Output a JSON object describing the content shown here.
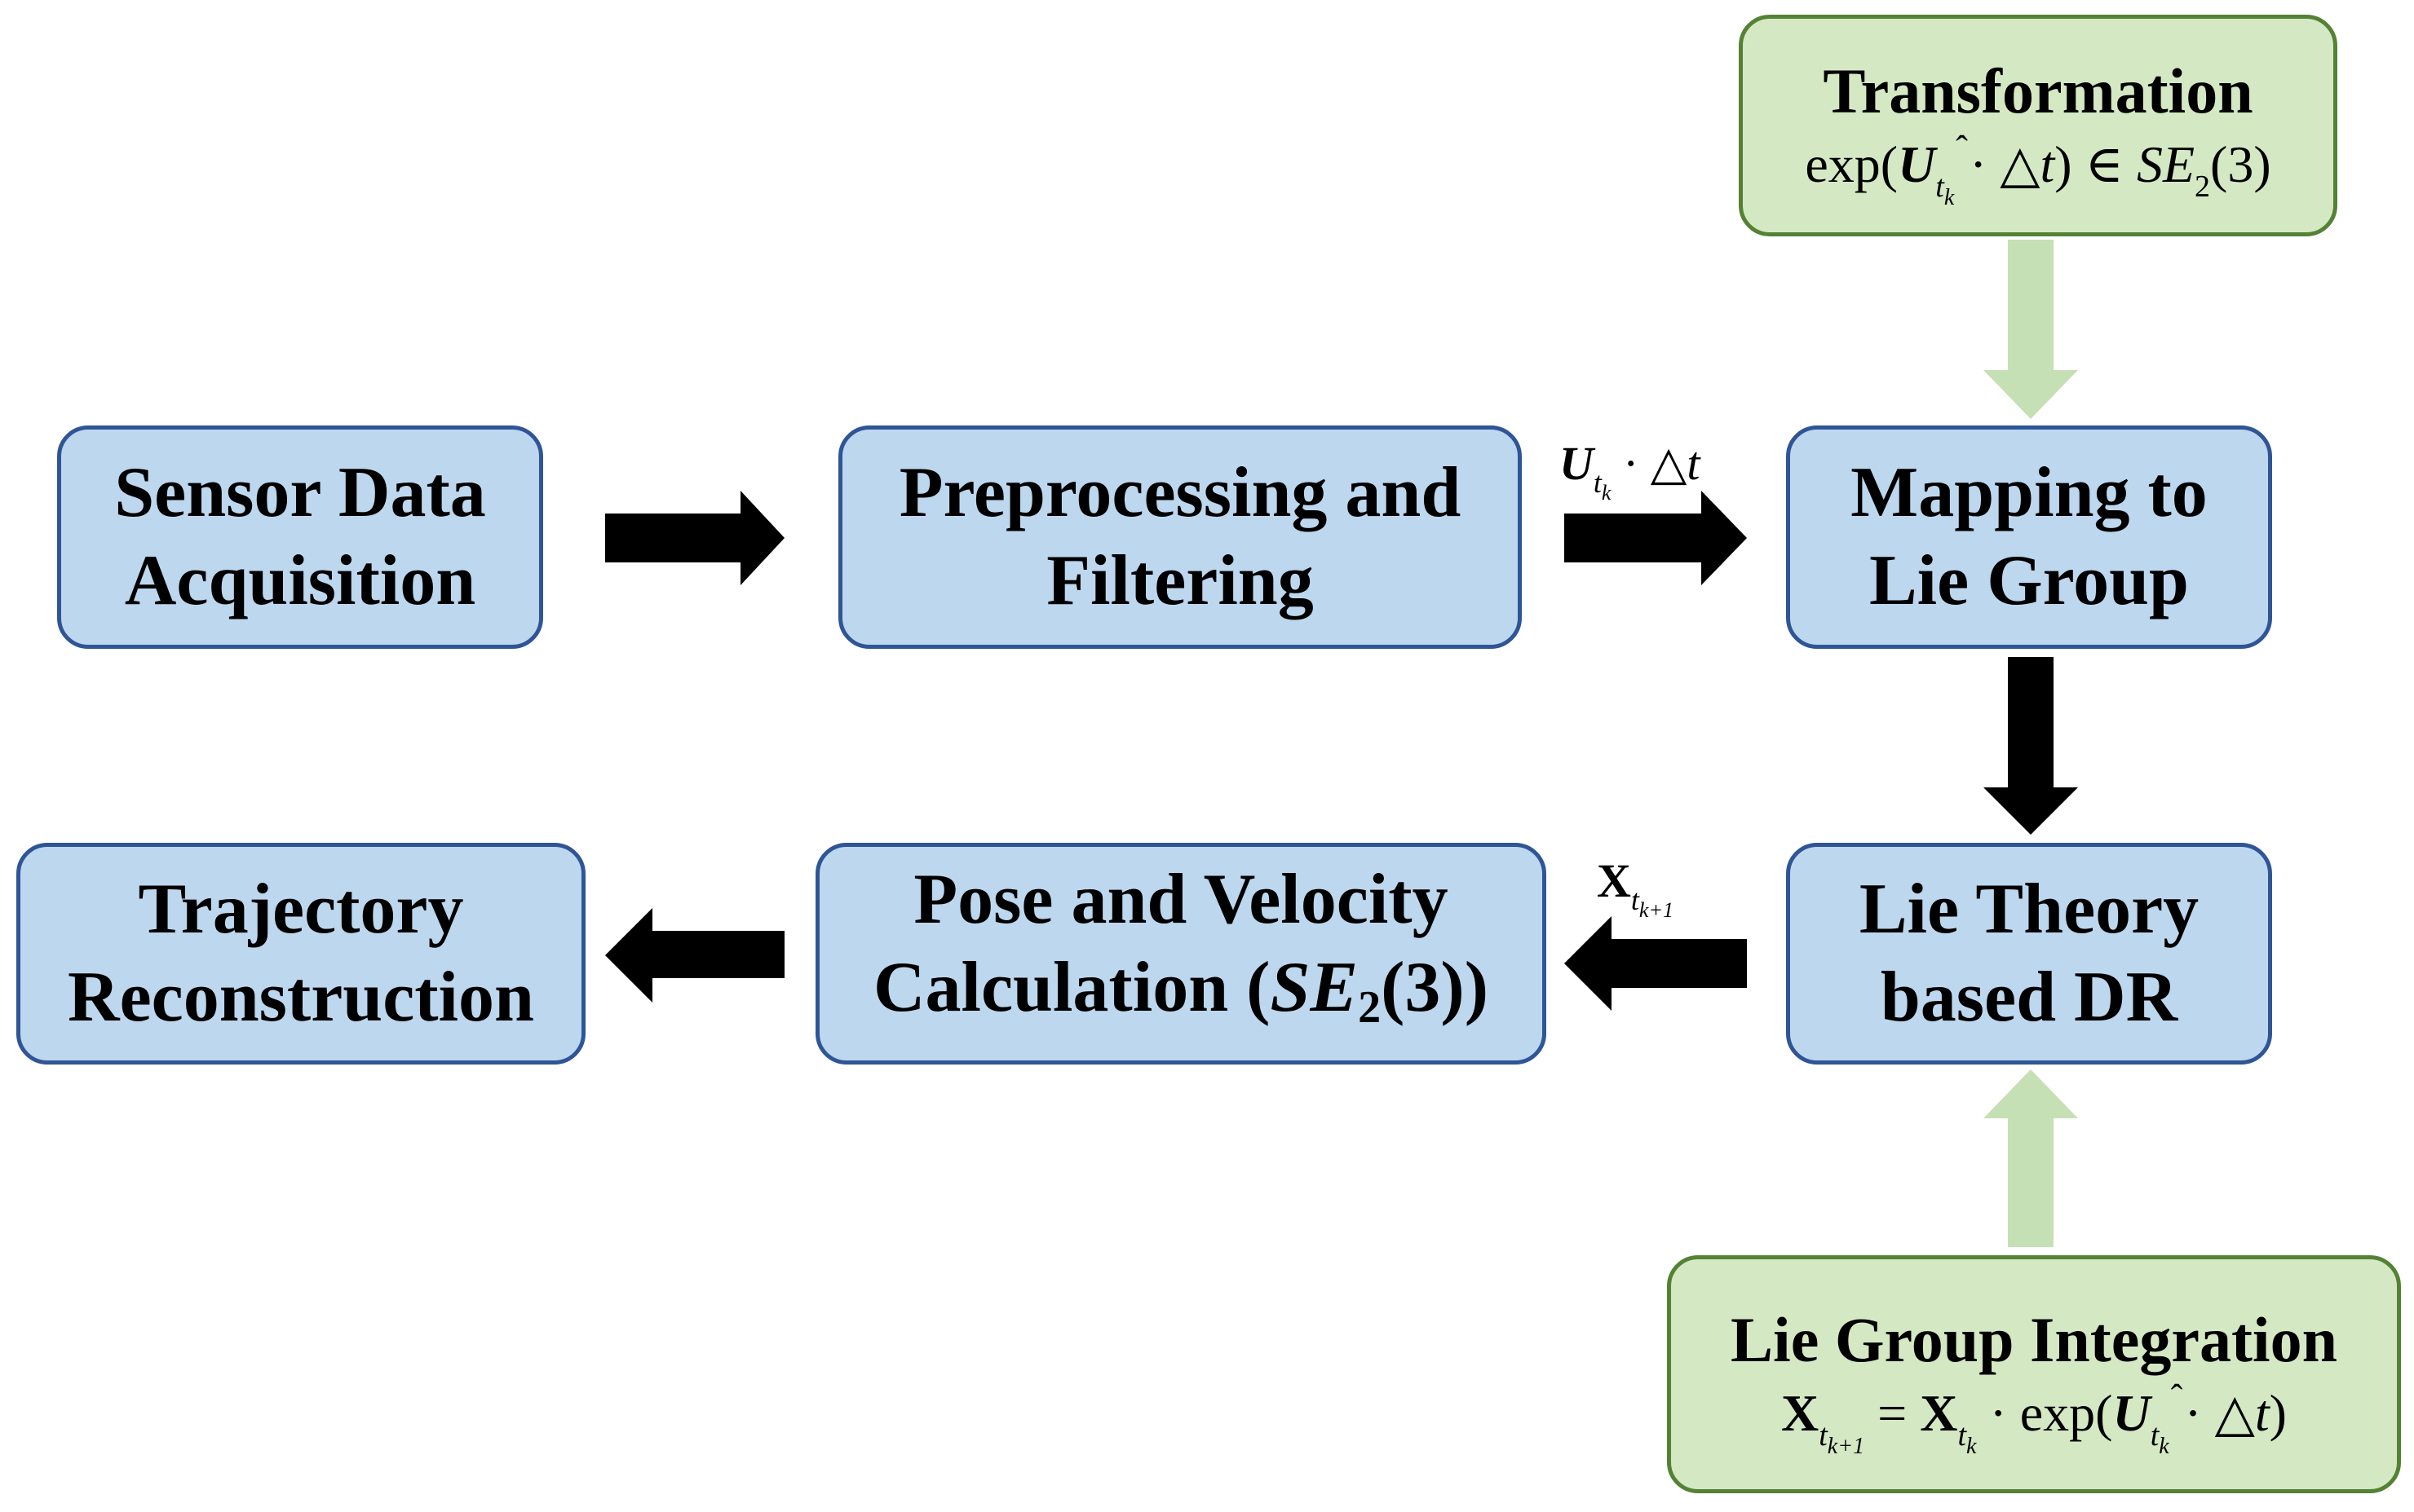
{
  "boxes": {
    "sensor": {
      "line1": "Sensor Data",
      "line2": "Acquisition"
    },
    "preprocess": {
      "line1": "Preprocessing and",
      "line2": "Filtering"
    },
    "mapping": {
      "line1": "Mapping to",
      "line2": "Lie Group"
    },
    "lietheory": {
      "line1": "Lie Theory",
      "line2": "based DR"
    },
    "pose": {
      "line1": "Pose and Velocity",
      "line2": "Calculation (",
      "math": "SE",
      "sub": "2",
      "tail": "(3))"
    },
    "trajectory": {
      "line1": "Trajectory",
      "line2": "Reconstruction"
    }
  },
  "green_boxes": {
    "transformation": {
      "title": "Transformation"
    },
    "integration": {
      "title": "Lie Group Integration"
    }
  },
  "arrow_labels": {
    "top": {
      "text": "U t_k · △t"
    },
    "bottom": {
      "text": "X t_{k+1}"
    }
  },
  "colors": {
    "blue_fill": "#bdd7ee",
    "blue_border": "#2f5597",
    "green_fill": "#d5e8c4",
    "green_border": "#548235",
    "green_arrow": "#c5e0b4",
    "black_arrow": "#000000"
  }
}
